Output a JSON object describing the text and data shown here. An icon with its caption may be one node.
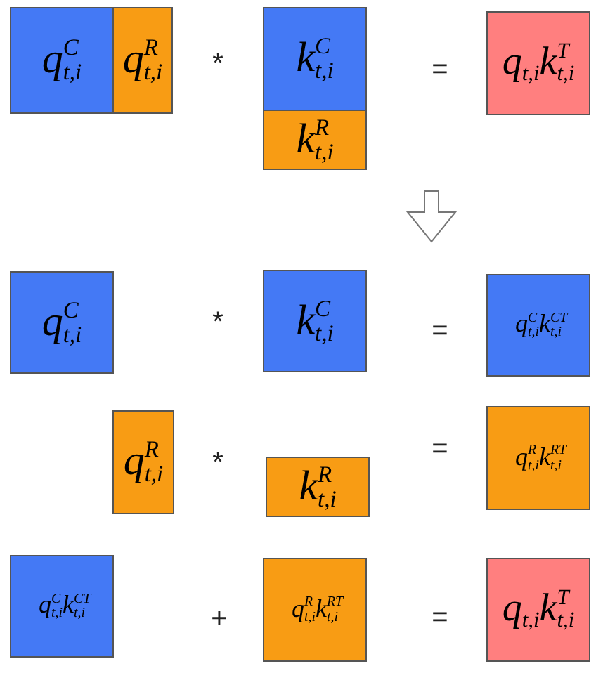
{
  "diagram": {
    "nodes": [
      {
        "text": [
          "q$^{C}$$_{t,i}$"
        ]
      },
      {
        "text": [
          "q$^{R}$$_{t,i}$"
        ]
      },
      {
        "text": [
          "k$^{C}$$_{t,i}$"
        ]
      },
      {
        "text": [
          "k$^{R}$$_{t,i}$"
        ]
      },
      {
        "text": [
          "q$_{t,i}$k$^{T}$$_{t,i}$"
        ]
      },
      {
        "text": [
          "q$^{C}$$_{t,i}$"
        ]
      },
      {
        "text": [
          "k$^{C}$$_{t,i}$"
        ]
      },
      {
        "text": [
          "q$^{C}$$_{t,i}$k$^{CT}$$_{t,i}$"
        ]
      },
      {
        "text": [
          "q$^{R}$$_{t,i}$"
        ]
      },
      {
        "text": [
          "k$^{R}$$_{t,i}$"
        ]
      },
      {
        "text": [
          "q$^{R}$$_{t,i}$k$^{RT}$$_{t,i}$"
        ]
      },
      {
        "text": [
          "q$^{C}$$_{t,i}$k$^{CT}$$_{t,i}$"
        ]
      },
      {
        "text": [
          "q$^{R}$$_{t,i}$k$^{RT}$$_{t,i}$"
        ]
      },
      {
        "text": [
          "q$_{t,i}$k$^{T}$$_{t,i}$"
        ]
      }
    ],
    "labels": [
      "*",
      "=",
      "*",
      "=",
      "*",
      "=",
      "+",
      "="
    ]
  }
}
